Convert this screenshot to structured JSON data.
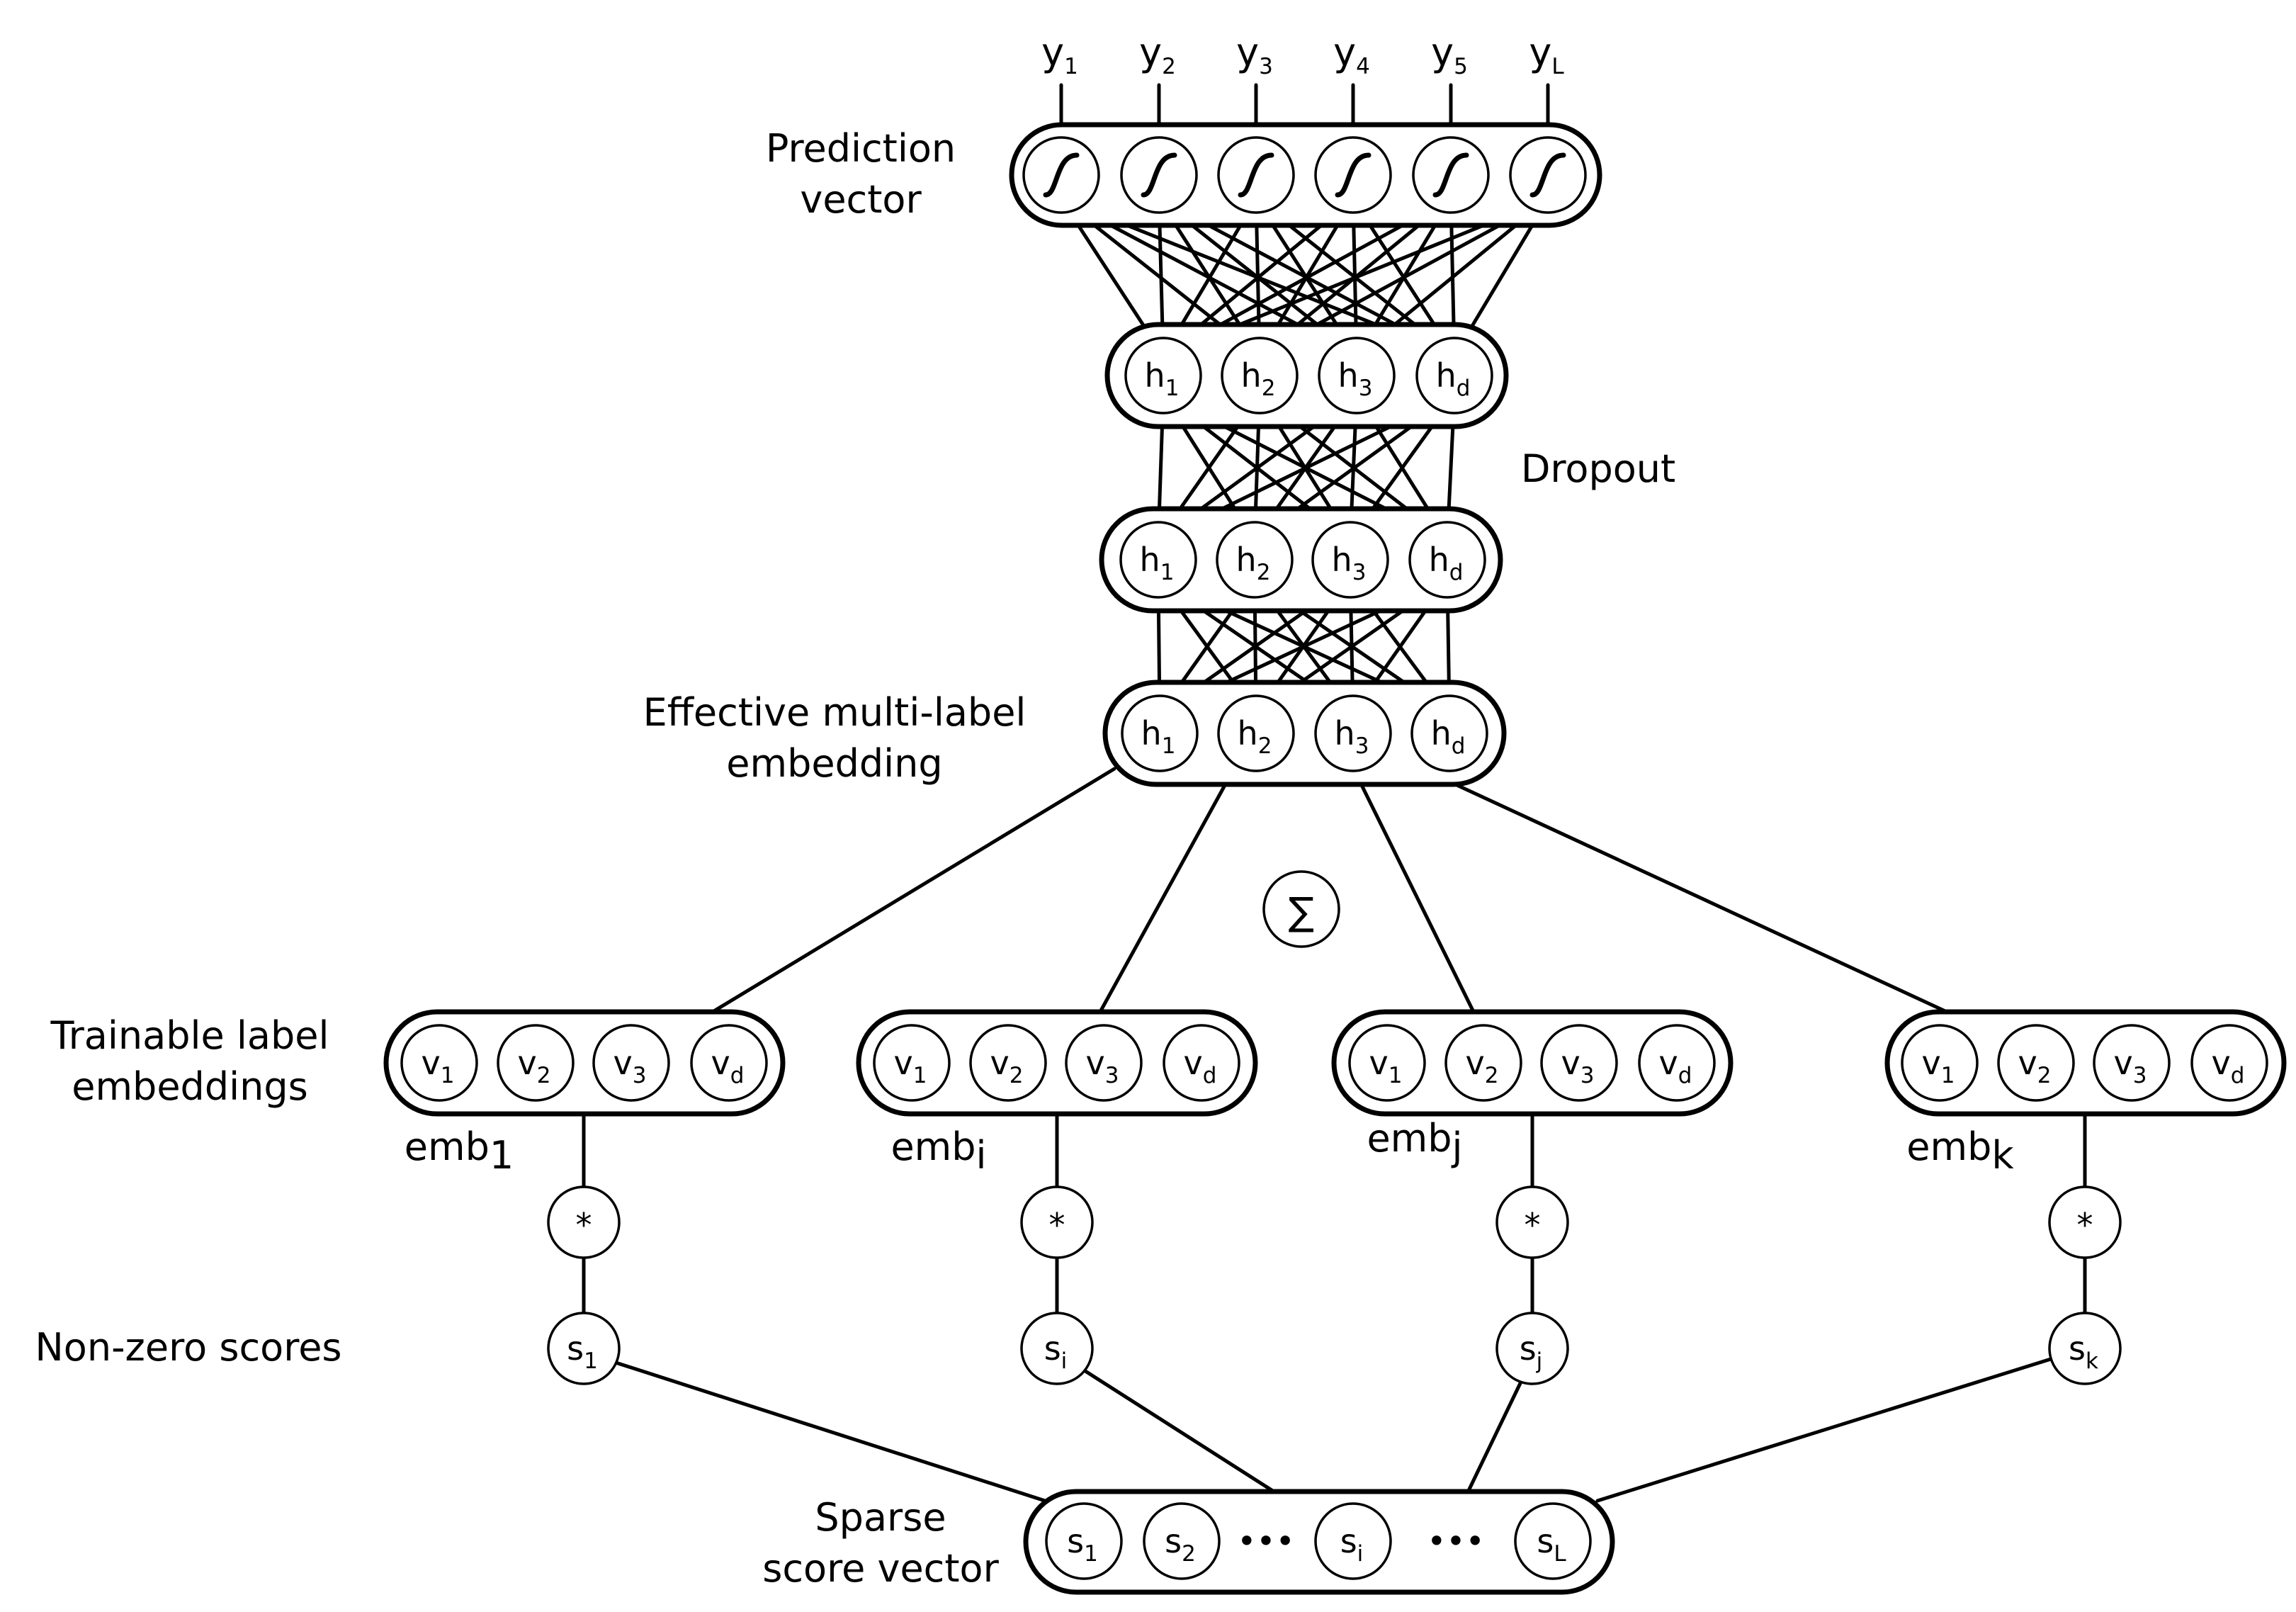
{
  "labels": {
    "prediction_vector": [
      "Prediction",
      "vector"
    ],
    "dropout": "Dropout",
    "effective_embedding": [
      "Effective multi-label",
      "embedding"
    ],
    "trainable_embeddings": [
      "Trainable label",
      "embeddings"
    ],
    "non_zero_scores": "Non-zero scores",
    "sparse_score_vector": [
      "Sparse",
      "score vector"
    ]
  },
  "outputs": [
    {
      "base": "y",
      "sub": "1"
    },
    {
      "base": "y",
      "sub": "2"
    },
    {
      "base": "y",
      "sub": "3"
    },
    {
      "base": "y",
      "sub": "4"
    },
    {
      "base": "y",
      "sub": "5"
    },
    {
      "base": "y",
      "sub": "L"
    }
  ],
  "hidden_nodes": [
    {
      "base": "h",
      "sub": "1"
    },
    {
      "base": "h",
      "sub": "2"
    },
    {
      "base": "h",
      "sub": "3"
    },
    {
      "base": "h",
      "sub": "d"
    }
  ],
  "embedding_nodes": [
    {
      "base": "v",
      "sub": "1"
    },
    {
      "base": "v",
      "sub": "2"
    },
    {
      "base": "v",
      "sub": "3"
    },
    {
      "base": "v",
      "sub": "d"
    }
  ],
  "embeddings": [
    {
      "name": {
        "base": "emb",
        "sub": "1"
      },
      "score": {
        "base": "s",
        "sub": "1"
      }
    },
    {
      "name": {
        "base": "emb",
        "sub": "i"
      },
      "score": {
        "base": "s",
        "sub": "i"
      }
    },
    {
      "name": {
        "base": "emb",
        "sub": "j"
      },
      "score": {
        "base": "s",
        "sub": "j"
      }
    },
    {
      "name": {
        "base": "emb",
        "sub": "k"
      },
      "score": {
        "base": "s",
        "sub": "k"
      }
    }
  ],
  "sparse_vector": [
    {
      "base": "s",
      "sub": "1"
    },
    {
      "base": "s",
      "sub": "2"
    },
    {
      "ellipsis": "•••"
    },
    {
      "base": "s",
      "sub": "i"
    },
    {
      "ellipsis": "•••"
    },
    {
      "base": "s",
      "sub": "L"
    }
  ],
  "multiply_symbol": "*",
  "sum_symbol": "∑"
}
